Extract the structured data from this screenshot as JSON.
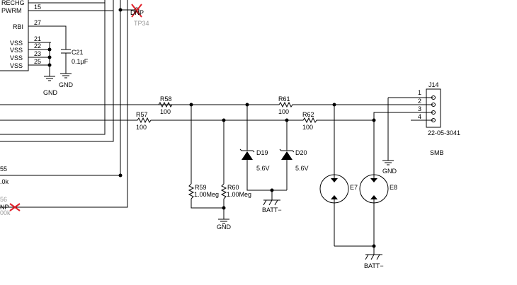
{
  "ic": {
    "pins": [
      {
        "name": "RECHG",
        "num": ""
      },
      {
        "name": "PWRM",
        "num": "15"
      },
      {
        "name": "RBI",
        "num": "27"
      },
      {
        "name": "VSS",
        "num": "21"
      },
      {
        "name": "VSS",
        "num": "22"
      },
      {
        "name": "VSS",
        "num": "23"
      },
      {
        "name": "VSS",
        "num": "25"
      }
    ]
  },
  "testpoint": {
    "label": "DNP",
    "ref": "TP34"
  },
  "c21": {
    "ref": "C21",
    "value": "0.1µF"
  },
  "gnd_label": "GND",
  "batt_label": "BATT−",
  "resistors": {
    "r58": {
      "ref": "R58",
      "value": "100"
    },
    "r57": {
      "ref": "R57",
      "value": "100"
    },
    "r61": {
      "ref": "R61",
      "value": "100"
    },
    "r62": {
      "ref": "R62",
      "value": "100"
    },
    "r59": {
      "ref": "R59",
      "value": "1.00Meg"
    },
    "r60": {
      "ref": "R60",
      "value": "1.00Meg"
    }
  },
  "left_partial": {
    "ref_top": "55",
    "value_top": ".0k",
    "ref_gray": "56",
    "value_gray": "00k",
    "dnp": "NP"
  },
  "diodes": {
    "d19": {
      "ref": "D19",
      "value": "5.6V"
    },
    "d20": {
      "ref": "D20",
      "value": "5.6V"
    }
  },
  "esd": {
    "e7": "E7",
    "e8": "E8"
  },
  "connector": {
    "ref": "J14",
    "pins": [
      "1",
      "2",
      "3",
      "4"
    ],
    "part": "22-05-3041",
    "label": "SMB"
  },
  "colors": {
    "wire": "#000000",
    "dnp_mark": "#e0202a",
    "dnp_text": "#9a9a9a"
  }
}
